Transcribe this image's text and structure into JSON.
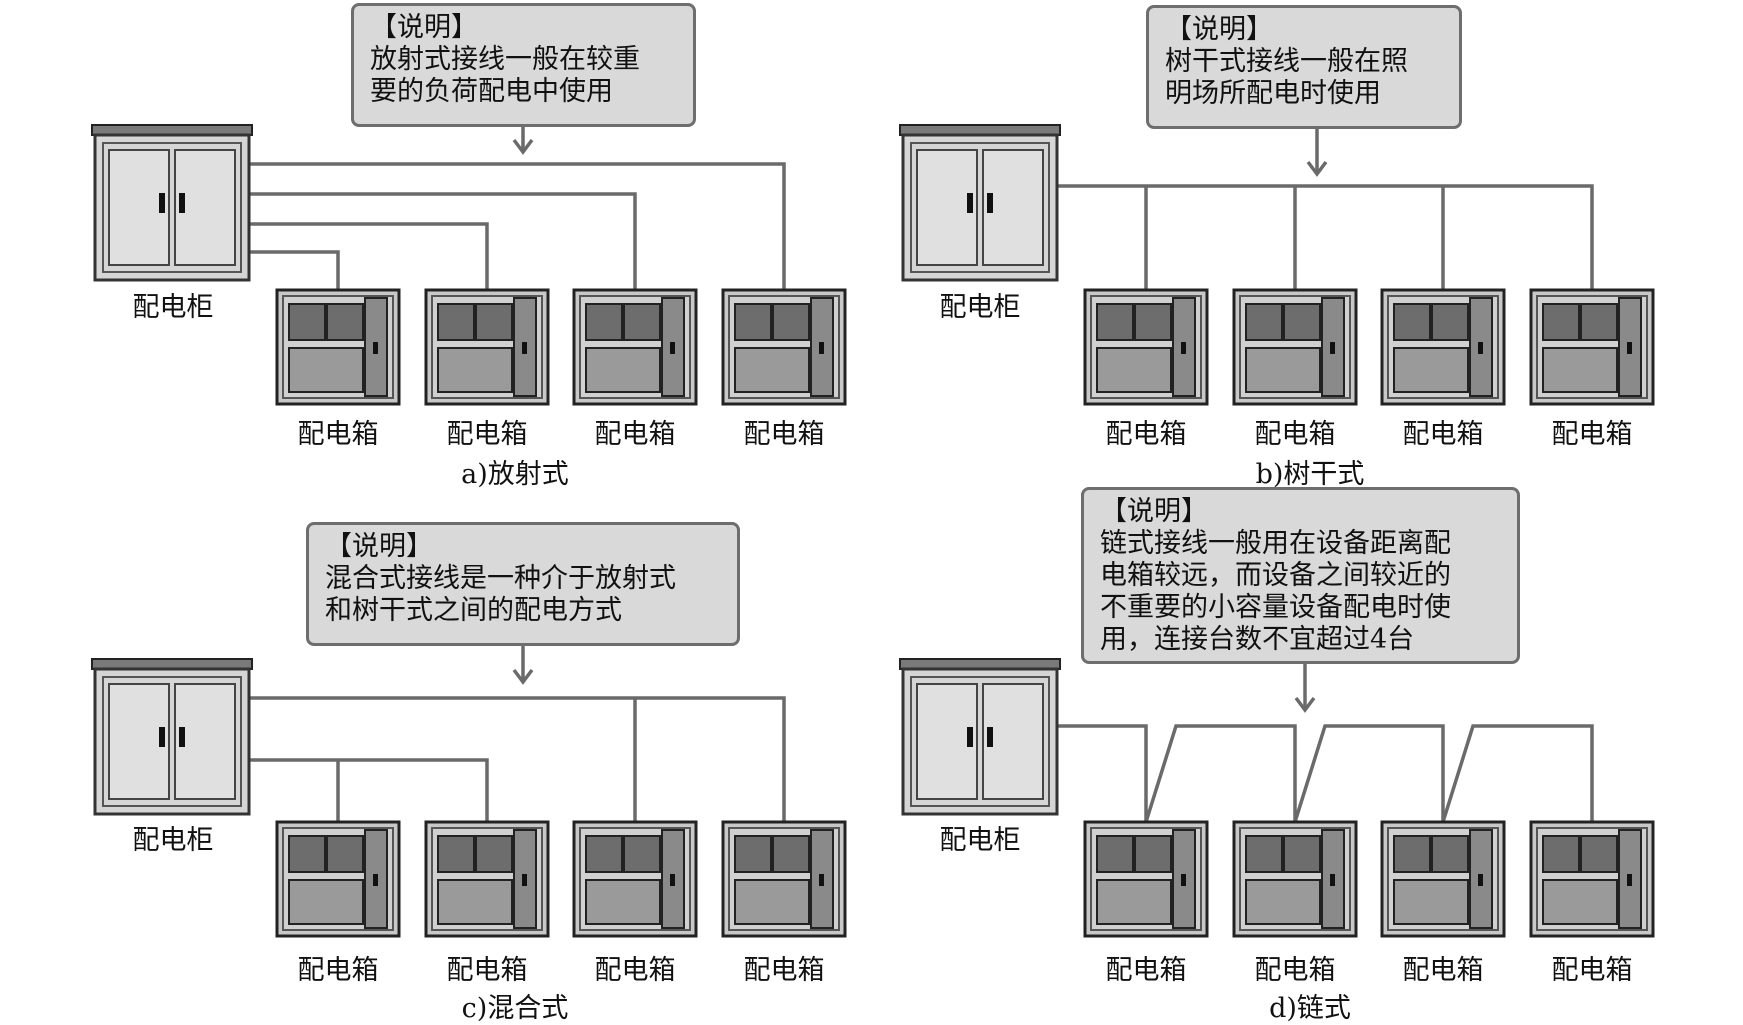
{
  "panels": [
    {
      "id": "a",
      "caption": "a)放射式",
      "note": {
        "title": "【说明】",
        "lines": [
          "放射式接线一般在较重",
          "要的负荷配电中使用"
        ]
      },
      "cabinet_label": "配电柜",
      "box_labels": [
        "配电箱",
        "配电箱",
        "配电箱",
        "配电箱"
      ]
    },
    {
      "id": "b",
      "caption": "b)树干式",
      "note": {
        "title": "【说明】",
        "lines": [
          "树干式接线一般在照",
          "明场所配电时使用"
        ]
      },
      "cabinet_label": "配电柜",
      "box_labels": [
        "配电箱",
        "配电箱",
        "配电箱",
        "配电箱"
      ]
    },
    {
      "id": "c",
      "caption": "c)混合式",
      "note": {
        "title": "【说明】",
        "lines": [
          "混合式接线是一种介于放射式",
          "和树干式之间的配电方式"
        ]
      },
      "cabinet_label": "配电柜",
      "box_labels": [
        "配电箱",
        "配电箱",
        "配电箱",
        "配电箱"
      ]
    },
    {
      "id": "d",
      "caption": "d)链式",
      "note": {
        "title": "【说明】",
        "lines": [
          "链式接线一般用在设备距离配",
          "电箱较远，而设备之间较近的",
          "不重要的小容量设备配电时使",
          "用，连接台数不宜超过4台"
        ]
      },
      "cabinet_label": "配电柜",
      "box_labels": [
        "配电箱",
        "配电箱",
        "配电箱",
        "配电箱"
      ]
    }
  ]
}
